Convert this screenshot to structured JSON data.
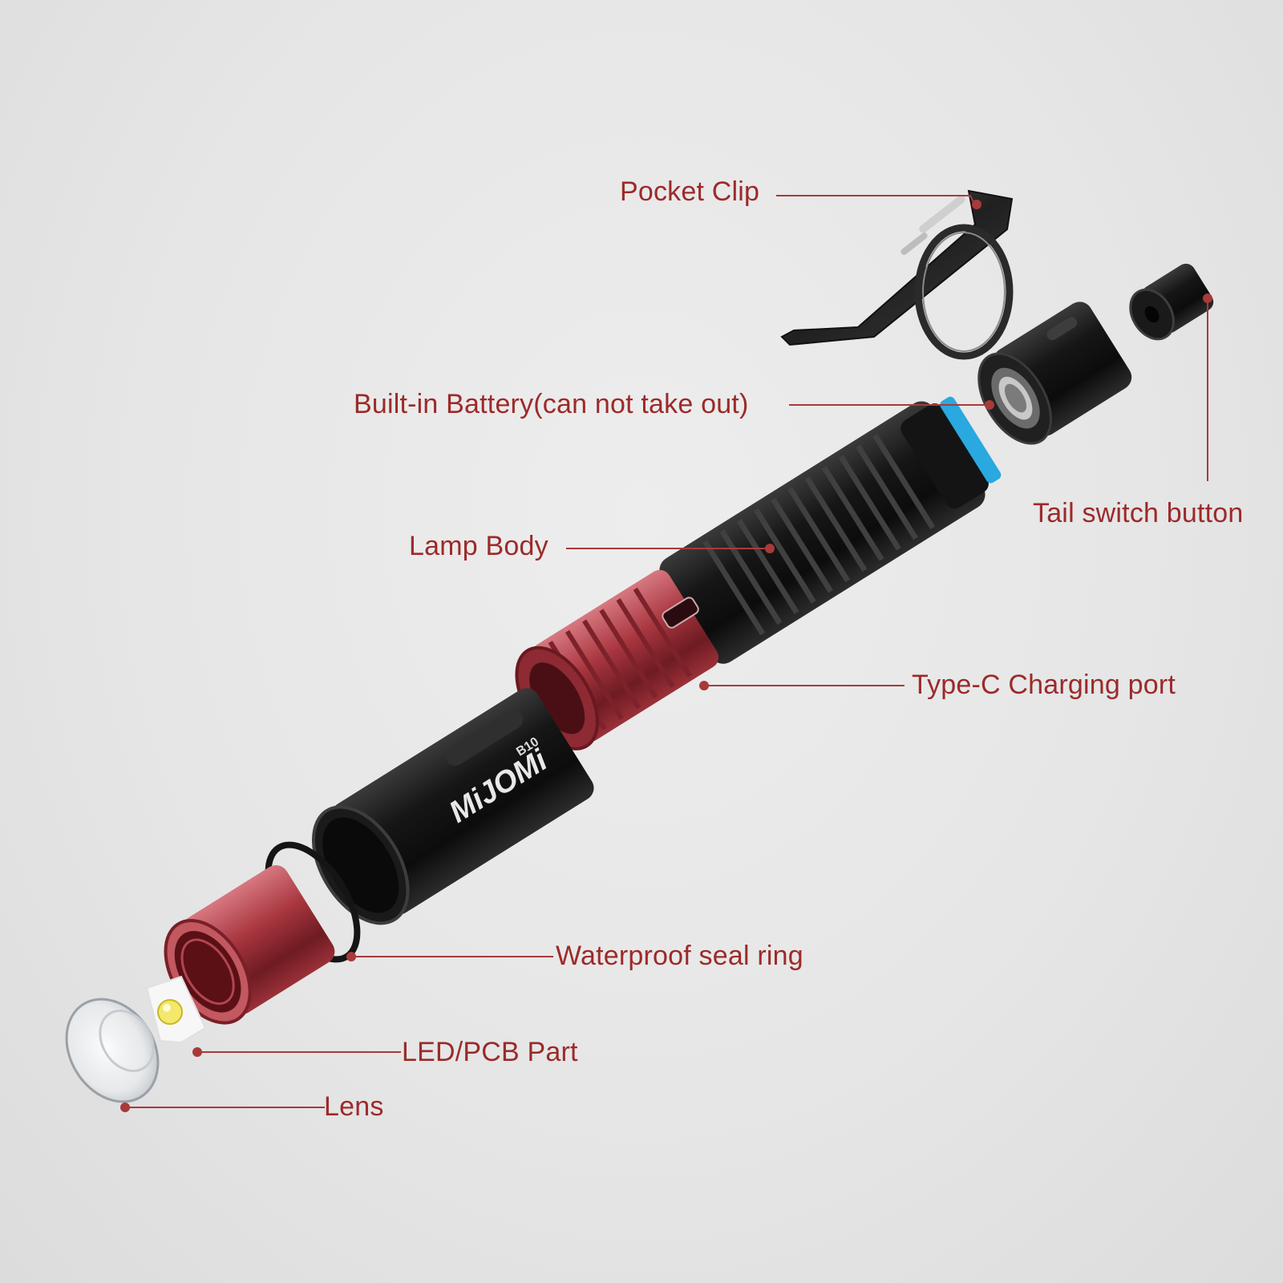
{
  "colors": {
    "background": "#e6e6e6",
    "label_text": "#9c2a2a",
    "leader_line": "#a83a3a",
    "body_black": "#1c1c1c",
    "accent_red": "#b4434c",
    "battery_band": "#2aa8e0",
    "led_yellow": "#f3e86a"
  },
  "product": {
    "brand_mark": "MiJOMi",
    "model_mark": "B10"
  },
  "labels": {
    "pocket_clip": "Pocket Clip",
    "built_in_battery": "Built-in Battery(can not take out)",
    "tail_switch_button": "Tail switch button",
    "lamp_body": "Lamp Body",
    "type_c_charging_port": "Type-C Charging port",
    "waterproof_seal_ring": "Waterproof seal ring",
    "led_pcb_part": "LED/PCB Part",
    "lens": "Lens"
  }
}
